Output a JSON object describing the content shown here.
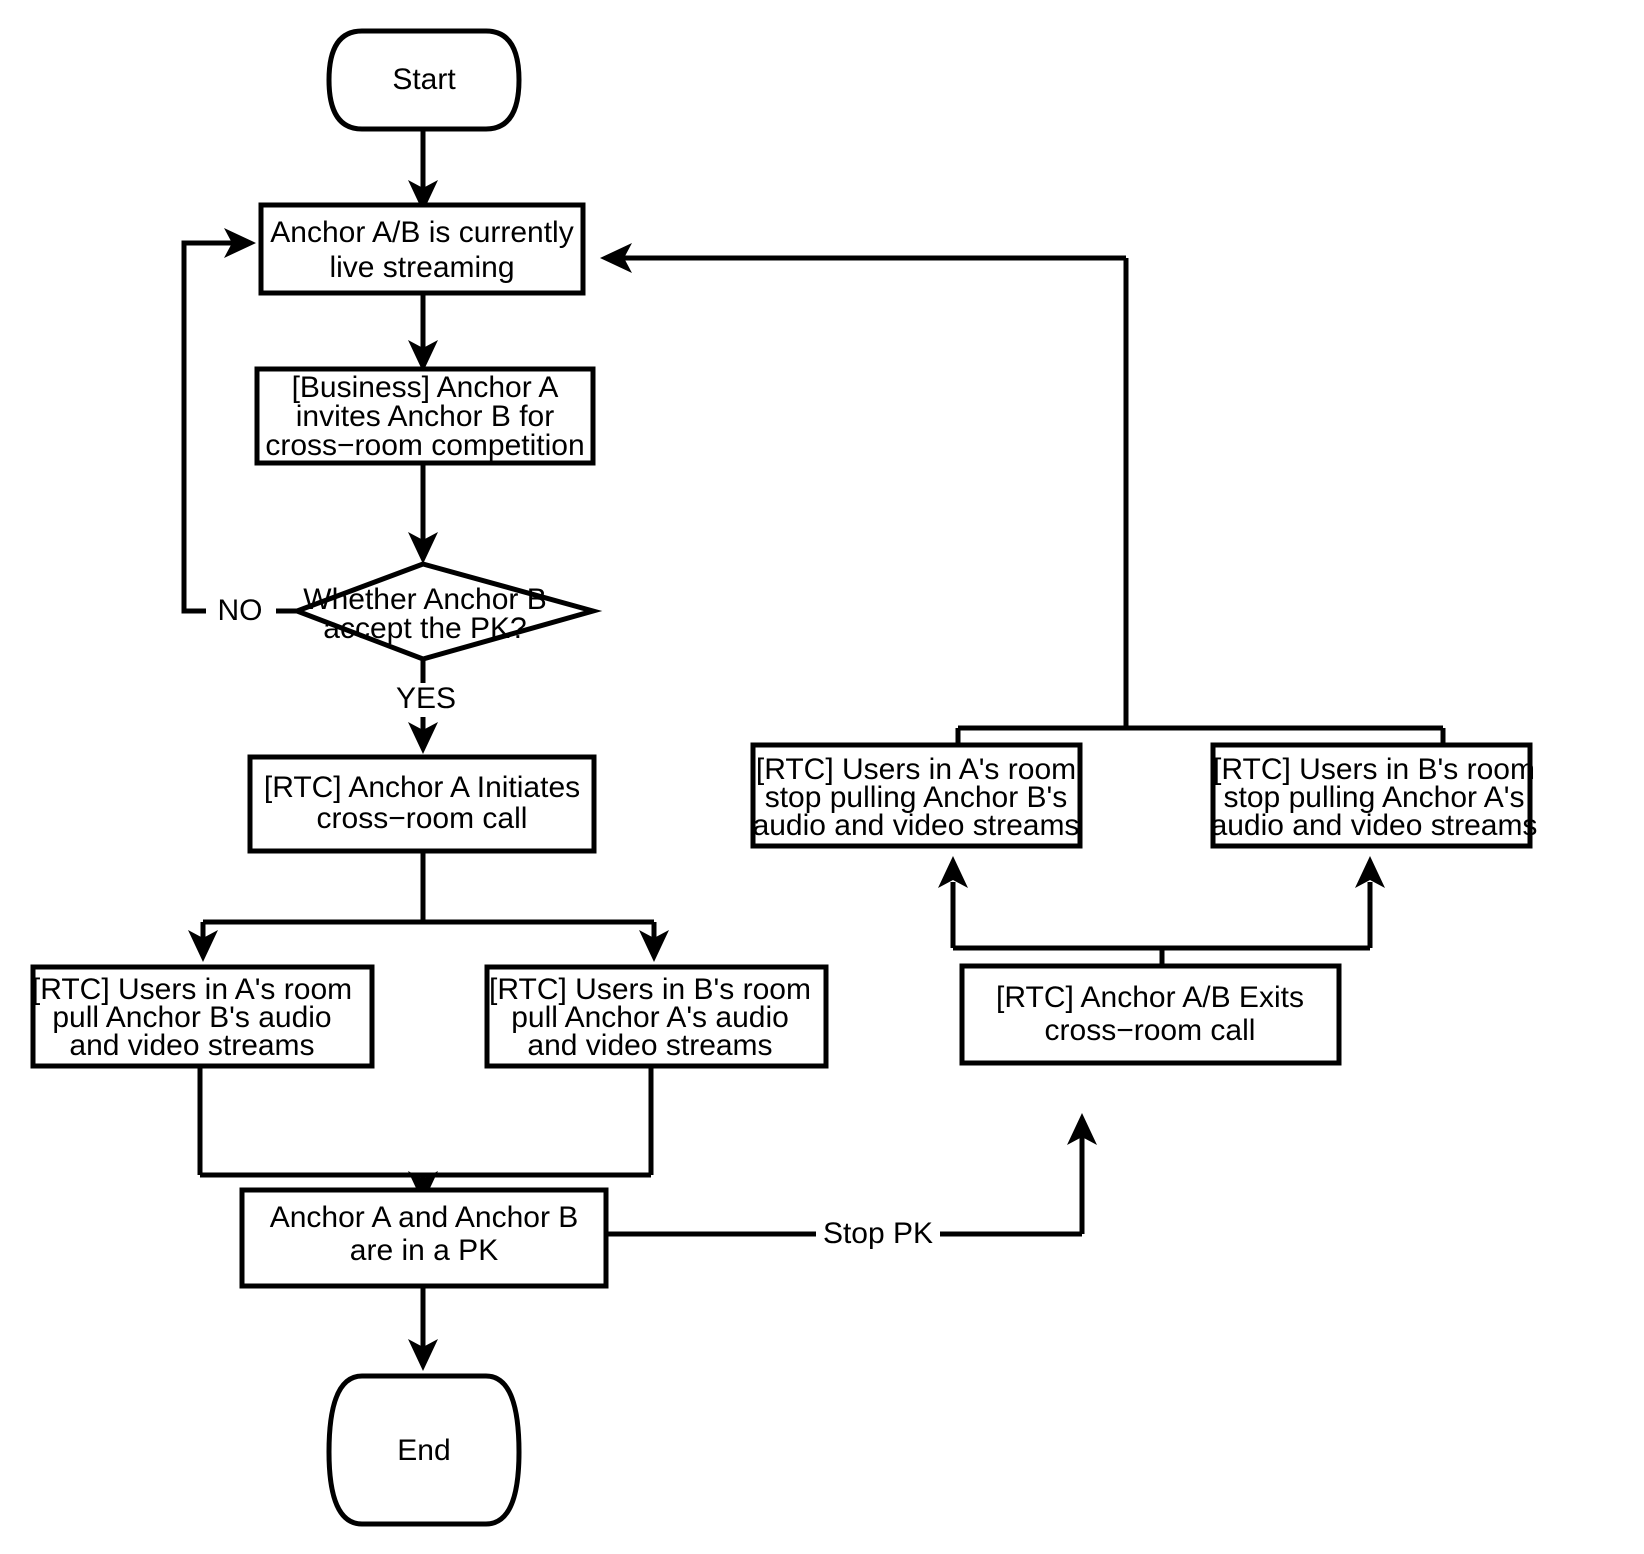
{
  "diagram": {
    "title": "Cross-room PK (Player Kill) live streaming flow",
    "type": "flowchart",
    "orientation": "top-down",
    "background_color": "#ffffff",
    "line_color": "#000000",
    "text_color": "#000000",
    "nodes": [
      {
        "id": "start",
        "shape": "terminator",
        "lines": [
          "Start"
        ]
      },
      {
        "id": "live",
        "shape": "process",
        "lines": [
          "Anchor A/B is currently",
          "live streaming"
        ]
      },
      {
        "id": "invite",
        "shape": "process",
        "lines": [
          "[Business] Anchor A",
          "invites Anchor B for",
          "cross−room competition"
        ]
      },
      {
        "id": "decision",
        "shape": "decision",
        "lines": [
          "Whether Anchor B",
          "accept the PK?"
        ]
      },
      {
        "id": "initiate",
        "shape": "process",
        "lines": [
          "[RTC] Anchor A Initiates",
          "cross−room call"
        ]
      },
      {
        "id": "pull_a",
        "shape": "process",
        "lines": [
          "[RTC] Users in A's room",
          "pull Anchor B's audio",
          "and video streams"
        ]
      },
      {
        "id": "pull_b",
        "shape": "process",
        "lines": [
          "[RTC] Users in B's room",
          "pull Anchor A's audio",
          "and video streams"
        ]
      },
      {
        "id": "in_pk",
        "shape": "process",
        "lines": [
          "Anchor A and Anchor B",
          "are in a PK"
        ]
      },
      {
        "id": "end",
        "shape": "terminator",
        "lines": [
          "End"
        ]
      },
      {
        "id": "stop_a",
        "shape": "process",
        "lines": [
          "[RTC] Users in A's room",
          "stop pulling Anchor B's",
          "audio and video streams"
        ]
      },
      {
        "id": "stop_b",
        "shape": "process",
        "lines": [
          "[RTC] Users in B's room",
          "stop pulling Anchor A's",
          "audio and video streams"
        ]
      },
      {
        "id": "exit_call",
        "shape": "process",
        "lines": [
          "[RTC] Anchor A/B Exits",
          "cross−room call"
        ]
      }
    ],
    "edge_labels": {
      "no": "NO",
      "yes": "YES",
      "stop_pk": "Stop PK"
    },
    "edges": [
      {
        "from": "start",
        "to": "live",
        "label": ""
      },
      {
        "from": "live",
        "to": "invite",
        "label": ""
      },
      {
        "from": "invite",
        "to": "decision",
        "label": ""
      },
      {
        "from": "decision",
        "to": "live",
        "label": "NO"
      },
      {
        "from": "decision",
        "to": "initiate",
        "label": "YES"
      },
      {
        "from": "initiate",
        "to": "pull_a",
        "label": ""
      },
      {
        "from": "initiate",
        "to": "pull_b",
        "label": ""
      },
      {
        "from": "pull_a",
        "to": "in_pk",
        "label": ""
      },
      {
        "from": "pull_b",
        "to": "in_pk",
        "label": ""
      },
      {
        "from": "in_pk",
        "to": "end",
        "label": ""
      },
      {
        "from": "in_pk",
        "to": "exit_call",
        "label": "Stop PK"
      },
      {
        "from": "exit_call",
        "to": "stop_a",
        "label": ""
      },
      {
        "from": "exit_call",
        "to": "stop_b",
        "label": ""
      },
      {
        "from": "stop_a",
        "to": "live",
        "label": ""
      },
      {
        "from": "stop_b",
        "to": "live",
        "label": ""
      }
    ]
  }
}
